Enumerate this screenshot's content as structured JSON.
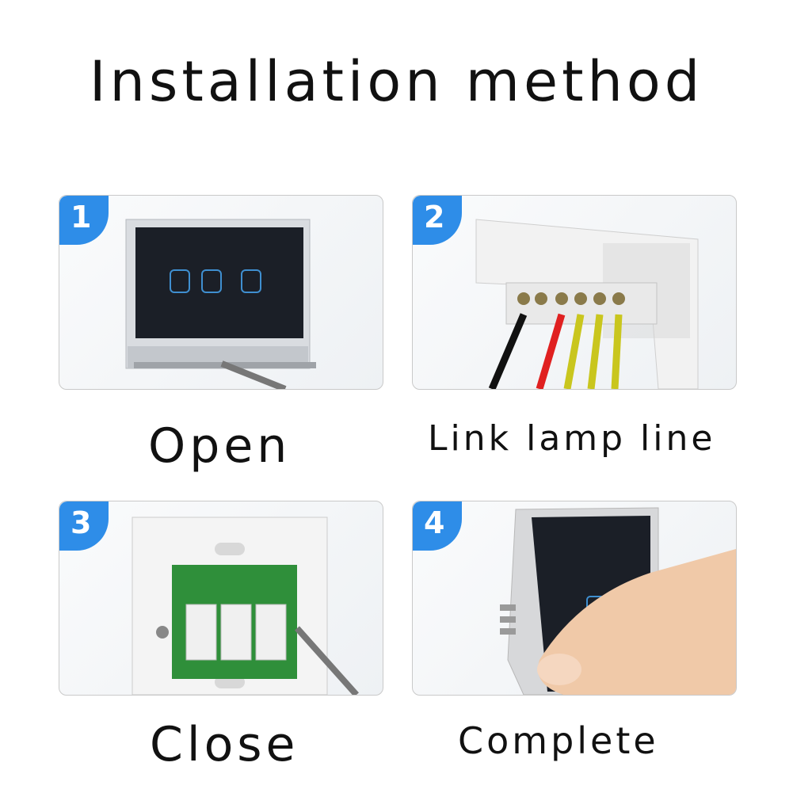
{
  "title": "Installation method",
  "steps": [
    {
      "number": "1",
      "caption": "Open"
    },
    {
      "number": "2",
      "caption": "Link lamp line"
    },
    {
      "number": "3",
      "caption": "Close"
    },
    {
      "number": "4",
      "caption": "Complete"
    }
  ],
  "colors": {
    "badge": "#2e8de8",
    "glass_panel": "#1b1f27",
    "touch_key": "#3f8fd0",
    "wire_black": "#111111",
    "wire_red": "#e02020",
    "wire_yellow_green": "#c9c61e",
    "circuit_board": "#2f8f3a"
  },
  "icons": [
    "step-1-badge",
    "step-2-badge",
    "step-3-badge",
    "step-4-badge"
  ]
}
